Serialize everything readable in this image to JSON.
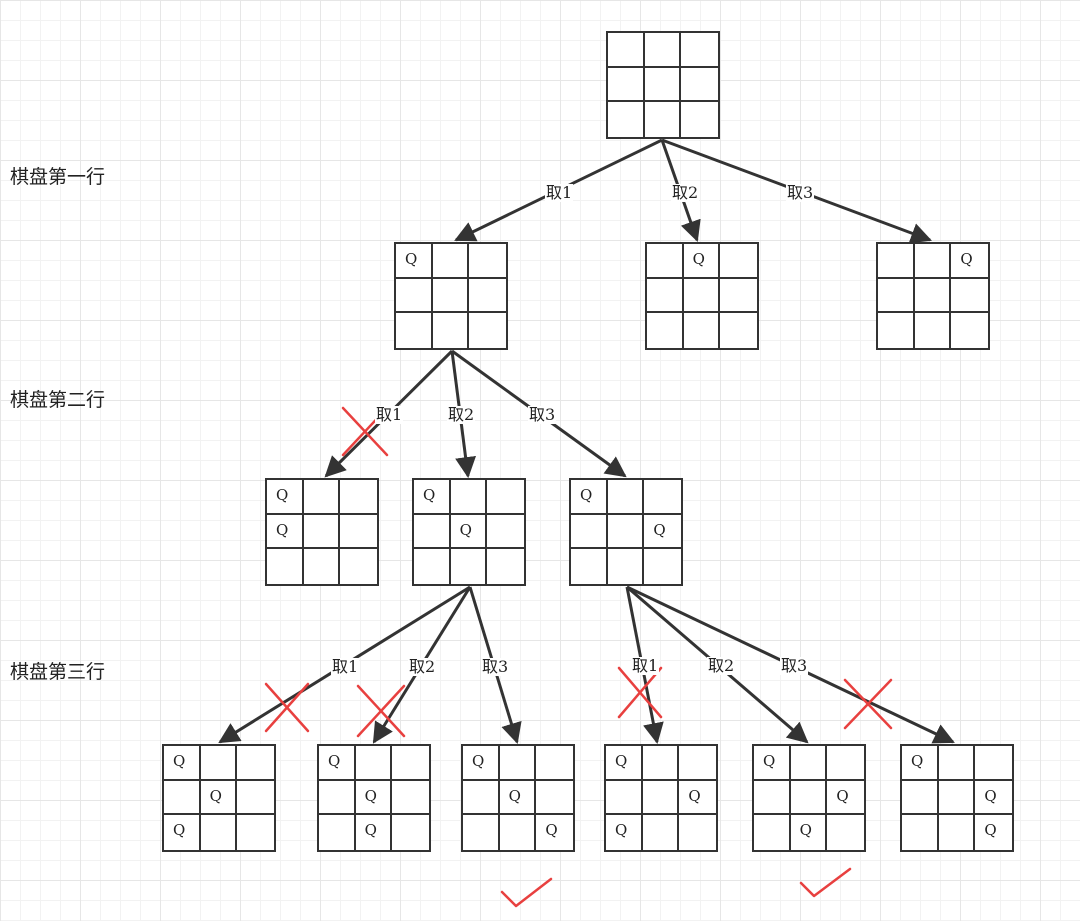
{
  "row_labels": [
    "棋盘第一行",
    "棋盘第二行",
    "棋盘第三行"
  ],
  "queen_symbol": "Q",
  "edge_labels": {
    "take1": "取1",
    "take2": "取2",
    "take3": "取3"
  },
  "boards": {
    "root": [],
    "r1_c1": [
      [
        0,
        0
      ]
    ],
    "r1_c2": [
      [
        0,
        1
      ]
    ],
    "r1_c3": [
      [
        0,
        2
      ]
    ],
    "r2_c1": [
      [
        0,
        0
      ],
      [
        1,
        0
      ]
    ],
    "r2_c2": [
      [
        0,
        0
      ],
      [
        1,
        1
      ]
    ],
    "r2_c3": [
      [
        0,
        0
      ],
      [
        1,
        2
      ]
    ],
    "r3_a1": [
      [
        0,
        0
      ],
      [
        1,
        1
      ],
      [
        2,
        0
      ]
    ],
    "r3_a2": [
      [
        0,
        0
      ],
      [
        1,
        1
      ],
      [
        2,
        1
      ]
    ],
    "r3_a3": [
      [
        0,
        0
      ],
      [
        1,
        1
      ],
      [
        2,
        2
      ]
    ],
    "r3_b1": [
      [
        0,
        0
      ],
      [
        1,
        2
      ],
      [
        2,
        0
      ]
    ],
    "r3_b2": [
      [
        0,
        0
      ],
      [
        1,
        2
      ],
      [
        2,
        1
      ]
    ],
    "r3_b3": [
      [
        0,
        0
      ],
      [
        1,
        2
      ],
      [
        2,
        2
      ]
    ]
  },
  "colors": {
    "line": "#333333",
    "reject": "#e8403f",
    "accept": "#e8403f"
  }
}
